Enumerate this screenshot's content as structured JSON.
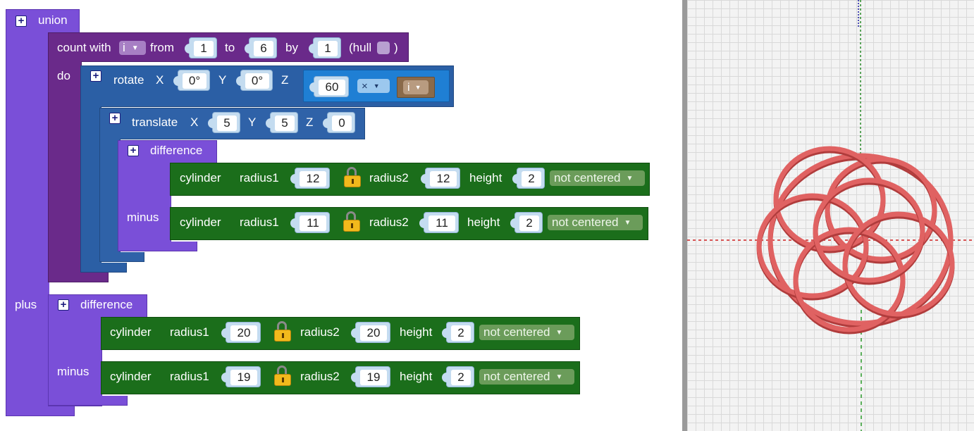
{
  "union_block": {
    "label": "union",
    "plus_label": "plus"
  },
  "loop_block": {
    "count_with": "count with",
    "variable": "i",
    "from_label": "from",
    "from_value": "1",
    "to_label": "to",
    "to_value": "6",
    "by_label": "by",
    "by_value": "1",
    "hull_label": "(hull",
    "hull_close": ")",
    "do_label": "do"
  },
  "rotate_block": {
    "label": "rotate",
    "x_label": "X",
    "x_value": "0°",
    "y_label": "Y",
    "y_value": "0°",
    "z_label": "Z",
    "mult_value": "60",
    "operator": "×",
    "variable": "i"
  },
  "translate_block": {
    "label": "translate",
    "x_label": "X",
    "x_value": "5",
    "y_label": "Y",
    "y_value": "5",
    "z_label": "Z",
    "z_value": "0"
  },
  "inner_difference": {
    "label": "difference",
    "minus_label": "minus",
    "cylinders": [
      {
        "label": "cylinder",
        "r1_label": "radius1",
        "r1": "12",
        "r2_label": "radius2",
        "r2": "12",
        "h_label": "height",
        "h": "2",
        "center": "not centered"
      },
      {
        "label": "cylinder",
        "r1_label": "radius1",
        "r1": "11",
        "r2_label": "radius2",
        "r2": "11",
        "h_label": "height",
        "h": "2",
        "center": "not centered"
      }
    ]
  },
  "outer_difference": {
    "label": "difference",
    "minus_label": "minus",
    "cylinders": [
      {
        "label": "cylinder",
        "r1_label": "radius1",
        "r1": "20",
        "r2_label": "radius2",
        "r2": "20",
        "h_label": "height",
        "h": "2",
        "center": "not centered"
      },
      {
        "label": "cylinder",
        "r1_label": "radius1",
        "r1": "19",
        "r2_label": "radius2",
        "r2": "19",
        "h_label": "height",
        "h": "2",
        "center": "not centered"
      }
    ]
  },
  "colors": {
    "union": "#7a4fd8",
    "loop": "#6a2a8a",
    "transform": "#2b5fa5",
    "cylinder": "#1b6e1b",
    "model": "#e06060"
  }
}
